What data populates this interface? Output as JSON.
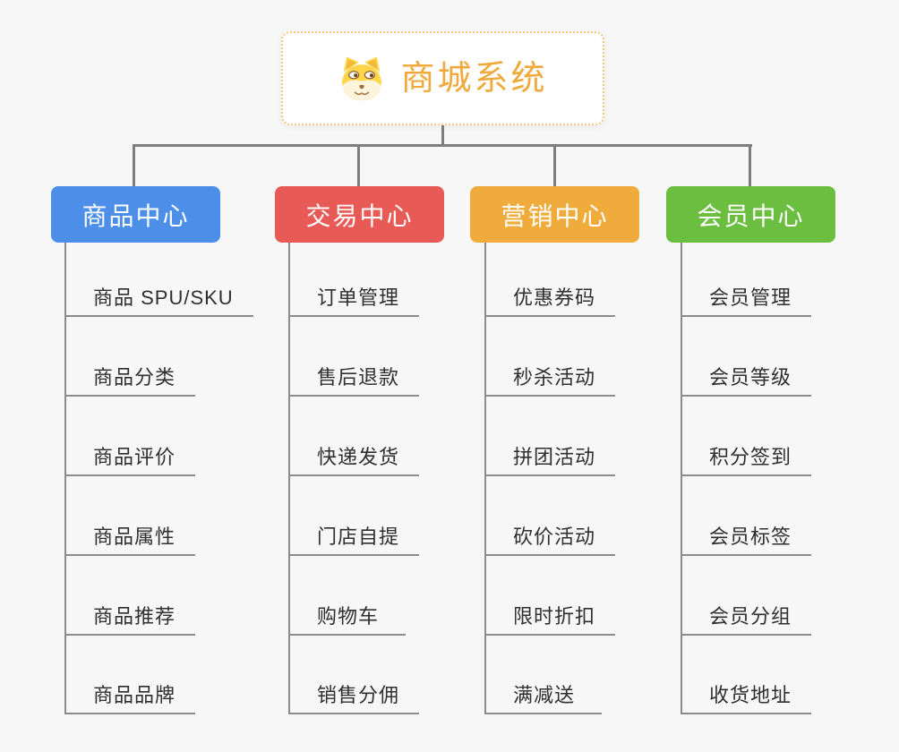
{
  "canvas": {
    "background_color": "#F7F7F7",
    "connector_color": "#7E7E7E",
    "child_line_color": "#8C8C8C"
  },
  "root": {
    "title": "商城系统",
    "icon": "shiba-dog-icon",
    "text_color": "#F0A93C",
    "border_color": "#F3C87F"
  },
  "branches": [
    {
      "label": "商品中心",
      "color": "#4D8FE8",
      "children": [
        "商品 SPU/SKU",
        "商品分类",
        "商品评价",
        "商品属性",
        "商品推荐",
        "商品品牌"
      ]
    },
    {
      "label": "交易中心",
      "color": "#E75A55",
      "children": [
        "订单管理",
        "售后退款",
        "快递发货",
        "门店自提",
        "购物车",
        "销售分佣"
      ]
    },
    {
      "label": "营销中心",
      "color": "#EFAC3D",
      "children": [
        "优惠券码",
        "秒杀活动",
        "拼团活动",
        "砍价活动",
        "限时折扣",
        "满减送"
      ]
    },
    {
      "label": "会员中心",
      "color": "#6CBE40",
      "children": [
        "会员管理",
        "会员等级",
        "积分签到",
        "会员标签",
        "会员分组",
        "收货地址"
      ]
    }
  ]
}
